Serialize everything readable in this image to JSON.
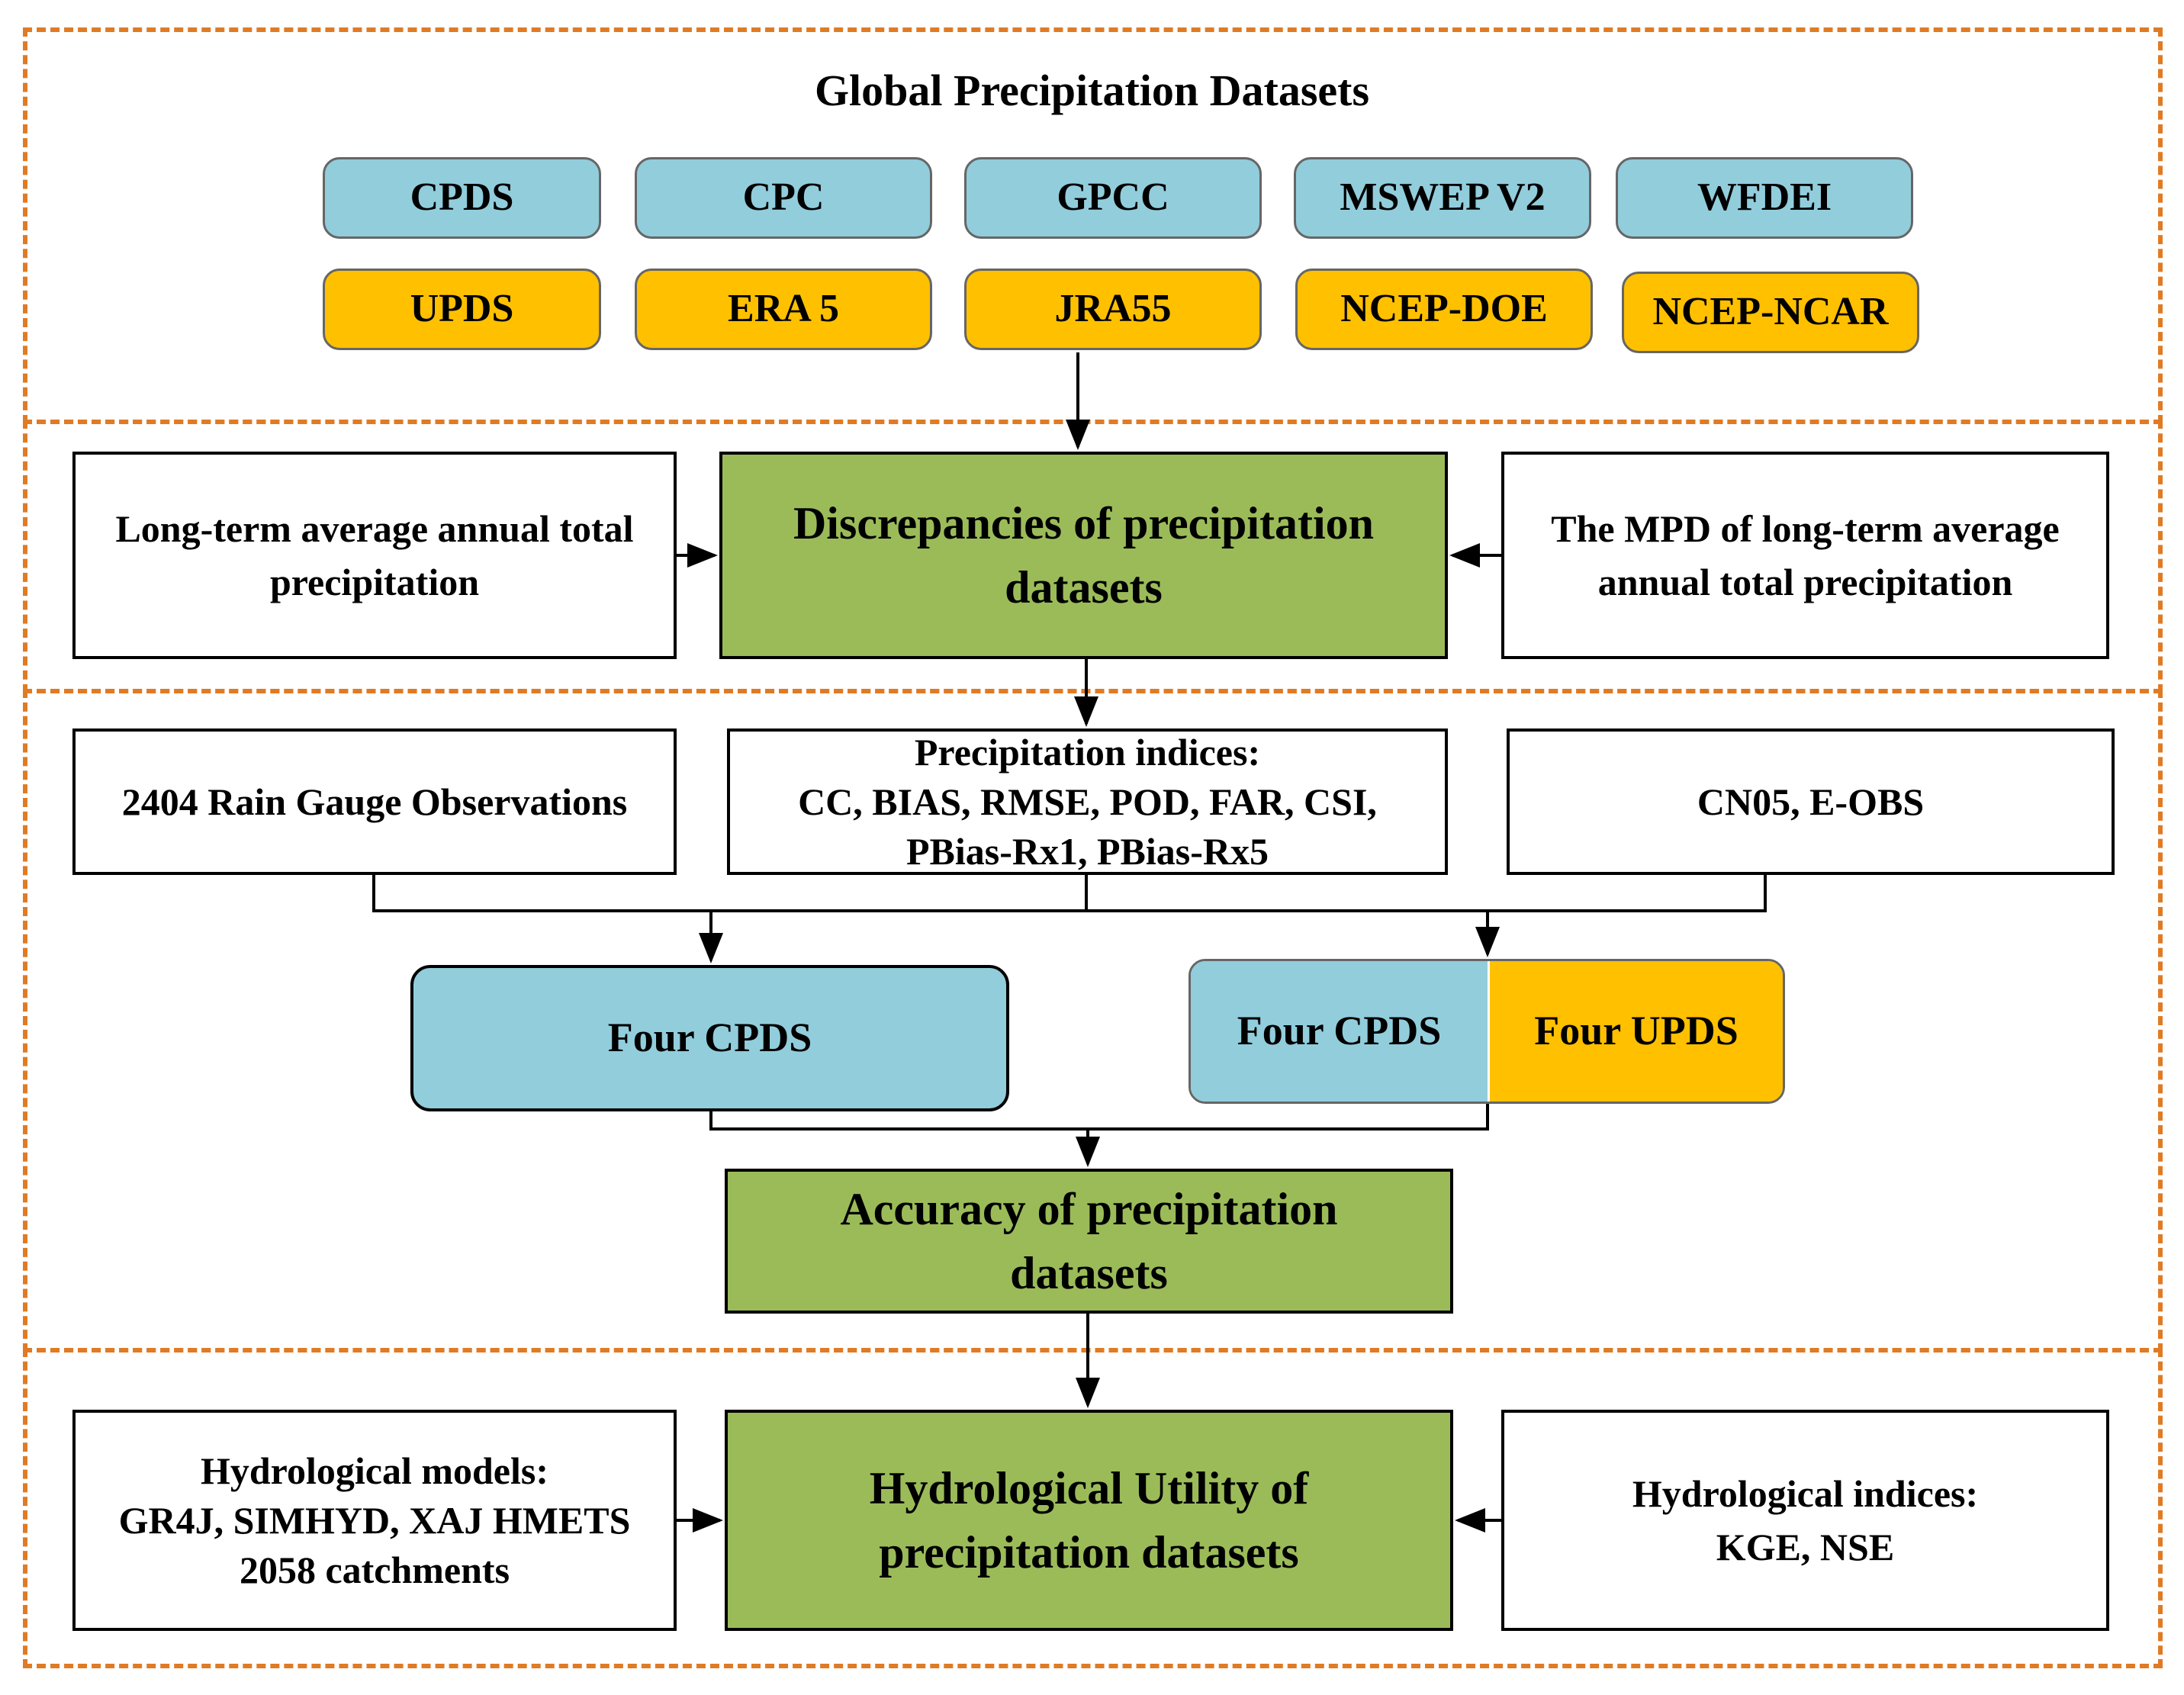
{
  "header": {
    "title": "Global Precipitation Datasets"
  },
  "datasets": {
    "corrected": [
      "CPDS",
      "CPC",
      "GPCC",
      "MSWEP V2",
      "WFDEI"
    ],
    "uncorrected": [
      "UPDS",
      "ERA 5",
      "JRA55",
      "NCEP-DOE",
      "NCEP-NCAR"
    ]
  },
  "stage_discrepancy": {
    "left": [
      "Long-term average annual total",
      "precipitation"
    ],
    "center": [
      "Discrepancies of precipitation",
      "datasets"
    ],
    "right": [
      "The MPD of long-term average",
      "annual total precipitation"
    ]
  },
  "stage_accuracy": {
    "gauges": "2404 Rain Gauge Observations",
    "indices": [
      "Precipitation indices:",
      "CC, BIAS, RMSE, POD, FAR, CSI,",
      "PBias-Rx1, PBias-Rx5"
    ],
    "gridded": "CN05, E-OBS",
    "group_a": "Four CPDS",
    "group_b_left": "Four CPDS",
    "group_b_right": "Four UPDS",
    "result": [
      "Accuracy of precipitation",
      "datasets"
    ]
  },
  "stage_hydrology": {
    "left": [
      "Hydrological models:",
      "GR4J, SIMHYD, XAJ HMETS",
      "2058 catchments"
    ],
    "center": [
      "Hydrological Utility of",
      "precipitation datasets"
    ],
    "right": [
      "Hydrological indices:",
      "KGE, NSE"
    ]
  },
  "colors": {
    "panel_border": "#e07b25",
    "corrected_fill": "#92cddc",
    "uncorrected_fill": "#ffc000",
    "result_fill": "#9bbb59"
  }
}
